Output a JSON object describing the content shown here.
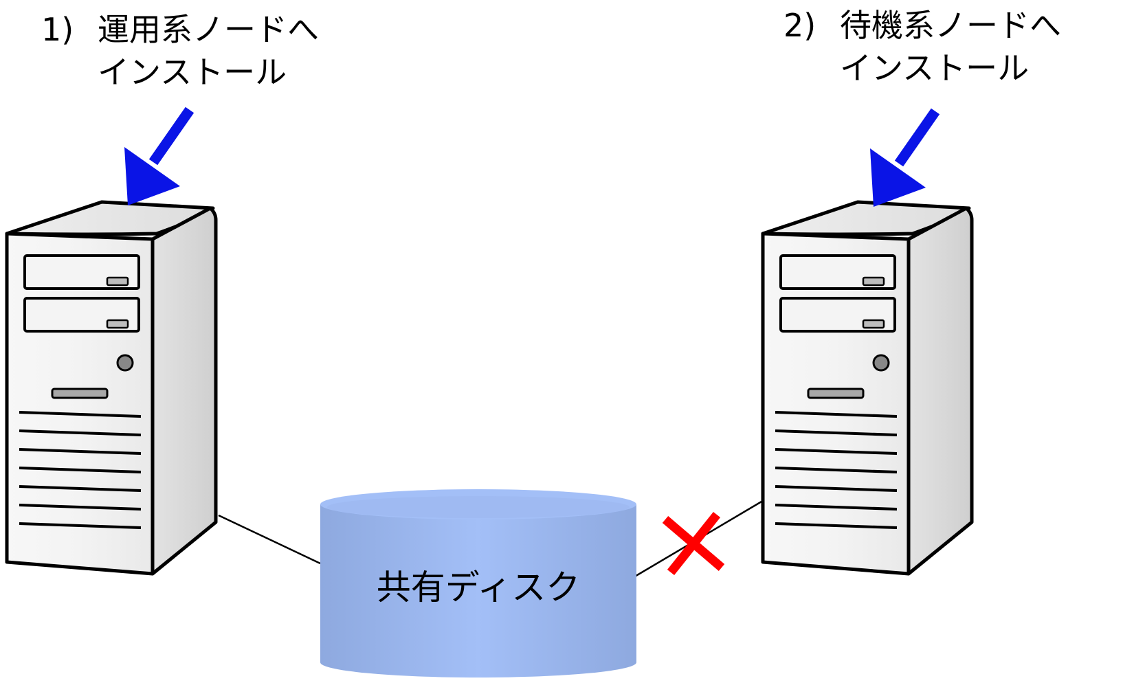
{
  "steps": [
    {
      "number": "1)",
      "line1": "運用系ノードへ",
      "line2": "インストール"
    },
    {
      "number": "2)",
      "line1": "待機系ノードへ",
      "line2": "インストール"
    }
  ],
  "disk": {
    "label": "共有ディスク"
  },
  "colors": {
    "arrow": "#0a14e6",
    "disk_fill": "#a0bdf5",
    "disk_fill_dark": "#8fa9e0",
    "cross": "#ff0000",
    "server_face": "#f2f2f2",
    "outline": "#000000"
  },
  "icons": {
    "server": "server-tower-icon",
    "arrow": "down-left-arrow-icon",
    "disk": "database-cylinder-icon",
    "disconnected": "red-x-icon"
  }
}
